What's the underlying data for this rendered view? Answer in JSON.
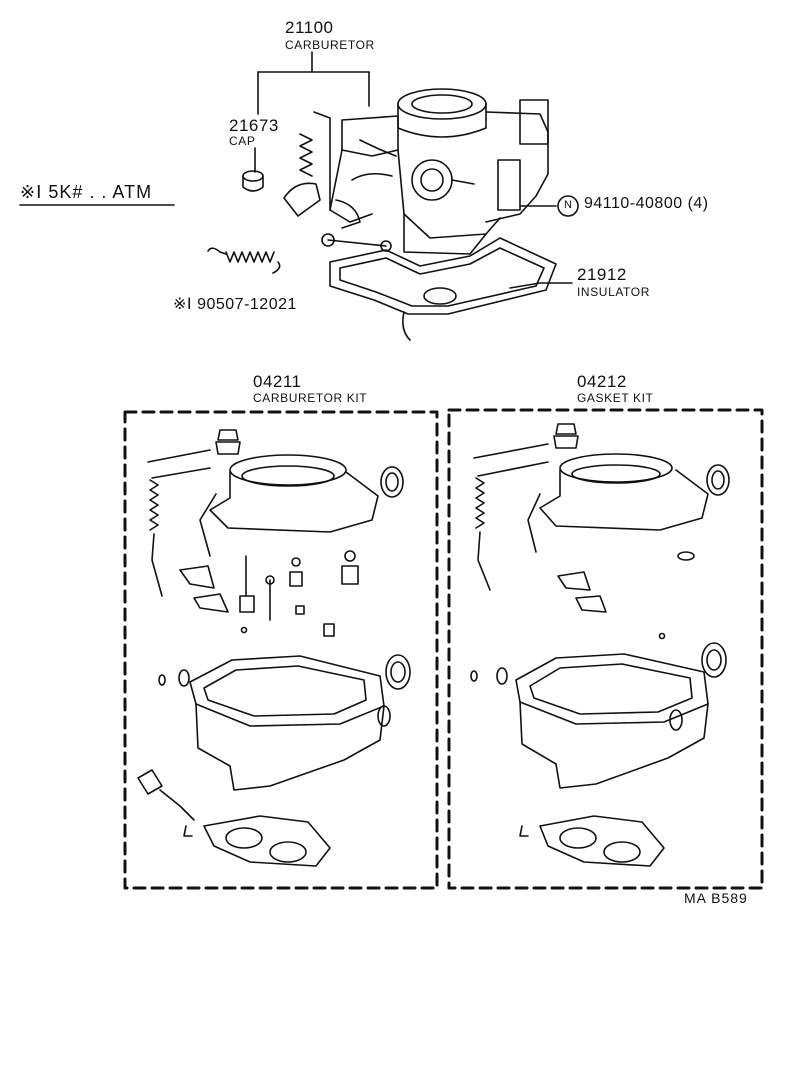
{
  "labels": {
    "carburetor": {
      "number": "21100",
      "name": "CARBURETOR"
    },
    "cap": {
      "number": "21673",
      "name": "CAP"
    },
    "condition_note": "※Ⅰ 5K# . . ATM",
    "spring_part": "※Ⅰ 90507-12021",
    "bolt_part": {
      "symbol": "N",
      "number": "94110-40800 (4)"
    },
    "insulator": {
      "number": "21912",
      "name": "INSULATOR"
    },
    "carb_kit": {
      "number": "04211",
      "name": "CARBURETOR KIT"
    },
    "gasket_kit": {
      "number": "04212",
      "name": "GASKET KIT"
    },
    "diagram_code": "MA B589"
  }
}
